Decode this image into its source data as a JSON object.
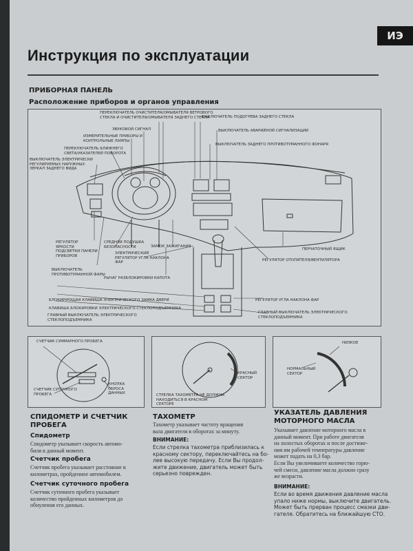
{
  "tab": "ИЭ",
  "title": "Инструкция по эксплуатации",
  "section": "ПРИБОРНАЯ ПАНЕЛЬ",
  "subsection": "Расположение приборов и органов управления",
  "diagram_labels": {
    "wiper": "ПЕРЕКЛЮЧАТЕЛЬ ОЧИСТИТЕЛЯ/ОМЫВАТЕЛЯ ВЕТРОВОГО\nСТЕКЛА И ОЧИСТИТЕЛЯ/ОМЫВАТЕЛЯ ЗАДНЕГО СТЕКЛА",
    "rear_heater_switch": "ВЫКЛЮЧАТЕЛЬ ПОДОГРЕВА ЗАДНЕГО СТЕКЛА",
    "horn": "ЗВУКОВОЙ СИГНАЛ",
    "hazard": "ВЫКЛЮЧАТЕЛЬ АВАРИЙНОЙ СИГНАЛИЗАЦИИ",
    "gauges": "ИЗМЕРИТЕЛЬНЫЕ ПРИБОРЫ И\nКОНТРОЛЬНЫЕ ЛАМПЫ",
    "rear_fog": "ВЫКЛЮЧАТЕЛЬ ЗАДНЕГО ПРОТИВОТУМАННОГО ФОНАРЯ",
    "lights_switch": "ПЕРЕКЛЮЧАТЕЛЬ БЛИЖНЕГО\nСВЕТА/УКАЗАТЕЛЕЙ ПОВОРОТА",
    "mirrors": "ВЫКЛЮЧАТЕЛЬ ЭЛЕКТРИЧЕСКИ\nРЕГУЛИРУЕМЫХ НАРУЖНЫХ\nЗЕРКАЛ ЗАДНЕГО ВИДА",
    "dimmer": "РЕГУЛЯТОР\nЯРКОСТИ\nПОДСВЕТКИ ПАНЕЛИ\nПРИБОРОВ",
    "airbag": "СРЕДНЯЯ ПОДУШКА\nБЕЗОПАСНОСТИ",
    "ignition": "ЗАМОК ЗАЖИГАНИЯ",
    "headlight_level": "ЭЛЕКТРИЧЕСКИЙ\nРЕГУЛЯТОР УГЛА НАКЛОНА\nФАР",
    "glovebox": "ПЕРЧАТОЧНЫЙ ЯЩИК",
    "front_fog": "ВЫКЛЮЧАТЕЛЬ\nПРОТИВОТУМАННОЙ ФАРЫ",
    "hood_lever": "РЫЧАГ РАЗБЛОКИРОВКИ КАПОТА",
    "heater_reg": "РЕГУЛЯТОР ОТОПИТЕЛЯ/ВЕНТИЛЯТОРА",
    "door_lock": "БЛОКИРУЮЩАЯ КЛАВИША ЭЛЕКТРИЧЕСКОГО ЗАМКА ДВЕРИ",
    "headlamp_tilt": "РЕГУЛЯТОР УГЛА НАКЛОНА ФАР",
    "window_lock": "КЛАВИША БЛОКИРОВКИ ЭЛЕКТРИЧЕСКОГО СТЕКЛОПОДЪЕМНИКА",
    "main_window": "ГЛАВНЫЙ ВЫКЛЮЧАТЕЛЬ ЭЛЕКТРИЧЕСКОГО\nСТЕКЛОПОДЪЕМНИКА",
    "main_window_right": "ГЛАВНЫЙ ВЫКЛЮЧАТЕЛЬ ЭЛЕКТРИЧЕСКОГО\nСТЕКЛОПОДЪЕМНИКА"
  },
  "panel1": {
    "odometer": "СЧЕТЧИК СУММАРНОГО ПРОБЕГА",
    "trip": "СЧЕТЧИК СУТОЧНОГО\nПРОБЕГА",
    "reset": "КНОПКА\nСБРОСА\nДАННЫХ"
  },
  "panel2": {
    "red_zone": "КРАСНЫЙ\nСЕКТОР",
    "needle_note": "СТРЕЛКА ТАХОМЕТРА НЕ ДОЛЖНА\nНАХОДИТЬСЯ В КРАСНОМ\nСЕКТОРЕ"
  },
  "panel3": {
    "low": "НИЗКОЕ",
    "normal": "НОРМАЛЬНЫЙ\nСЕКТОР"
  },
  "col1": {
    "heading": "СПИДОМЕТР И СЧЕТЧИК\nПРОБЕГА",
    "speedo_h": "Спидометр",
    "speedo_t": "Спидометр указывает скорость автомо-\nбиля в данный момент.",
    "odo_h": "Счетчик пробега",
    "odo_t": "Счетчик пробега указывает расстояние в\nкилометрах, пройденное автомобилем.",
    "trip_h": "Счетчик суточного пробега",
    "trip_t": "Счетчик суточного пробега указывает\nколичество пройденных километров до\nобнуления его данных."
  },
  "col2": {
    "heading": "ТАХОМЕТР",
    "text": "Тахометр указывает частоту вращения\nвала двигателя в оборотах за минуту.",
    "warn": "ВНИМАНИЕ:",
    "warn_t": "Если стрелка тахометра приблизилась к\nкрасному сектору, переключайтесь на бо-\nлее высокую передачу. Если Вы продол-\nжите движение, двигатель может быть\nсерьезно поврежден."
  },
  "col3": {
    "heading": "УКАЗАТЕЛЬ ДАВЛЕНИЯ\nМОТОРНОГО МАСЛА",
    "text": "Указывает давление моторного масла в\nданный момент. При работе двигателя\nна холостых оборотах и после достиже-\nния им рабочей температуры давление\nможет падать на 0,3 бар.\nЕсли Вы увеличиваете количество горю-\nчей смеси, давление масла должно сразу\nже возрасти.",
    "warn": "ВНИМАНИЕ:",
    "warn_t": "Если во время движения давление масла\nупало ниже нормы, выключите двигатель.\nМожет быть прерван процесс смазки дви-\nгателя. Обратитесь на ближайшую СТО."
  }
}
